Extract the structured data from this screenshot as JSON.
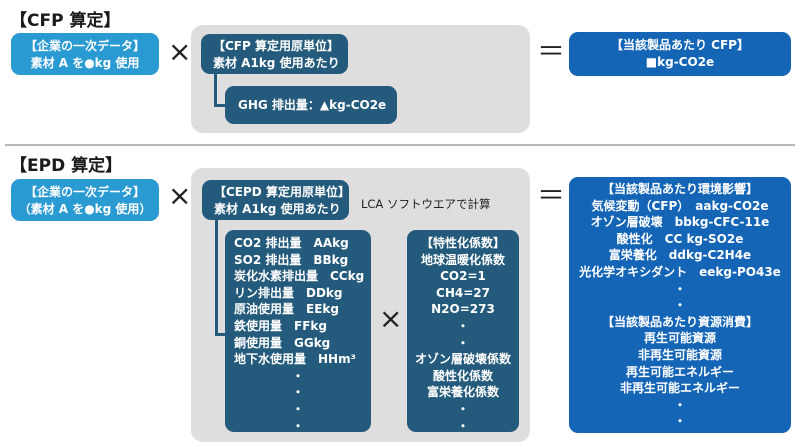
{
  "cfp": {
    "title": "【CFP 算定】",
    "company_box": [
      "【企業の一次データ】",
      "素材 A を●kg 使用"
    ],
    "times": "×",
    "unit_box": [
      "【CFP 算定用原単位】",
      "素材 A1kg 使用あたり"
    ],
    "ghg_box": "GHG 排出量：▲kg-CO2e",
    "equals": "＝",
    "result_box": [
      "【当該製品あたり CFP】",
      "■kg-CO2e"
    ]
  },
  "epd": {
    "title": "【EPD 算定】",
    "company_box": [
      "【企業の一次データ】",
      "（素材 A を●kg 使用）"
    ],
    "times": "×",
    "unit_box": [
      "【CEPD 算定用原単位】",
      "素材 A1kg 使用あたり"
    ],
    "software_note": "LCA ソフトウエアで計算",
    "emissions": [
      "CO2 排出量　AAkg",
      "SO2 排出量　BBkg",
      "炭化水素排出量　CCkg",
      "リン排出量　DDkg",
      "原油使用量　EEkg",
      "鉄使用量　FFkg",
      "銅使用量　GGkg",
      "地下水使用量　HHm³",
      "・",
      "・",
      "・",
      "・"
    ],
    "inner_times": "×",
    "factors": [
      "【特性化係数】",
      "地球温暖化係数",
      "CO2=1",
      "CH4=27",
      "N2O=273",
      "・",
      "・",
      "オゾン層破壊係数",
      "酸性化係数",
      "富栄養化係数",
      "・",
      "・"
    ],
    "equals": "＝",
    "result": {
      "env_impact": [
        "【当該製品あたり環境影響】",
        "気候変動（CFP）　aakg-CO2e",
        "オゾン層破壊　bbkg-CFC-11e",
        "酸性化　CC kg-SO2e",
        "富栄養化　ddkg-C2H4e",
        "光化学オキシダント　eekg-PO43e",
        "・",
        "・"
      ],
      "resource": [
        "【当該製品あたり資源消費】",
        "再生可能資源",
        "非再生可能資源",
        "再生可能エネルギー",
        "非再生可能エネルギー",
        "・",
        "・"
      ]
    }
  }
}
